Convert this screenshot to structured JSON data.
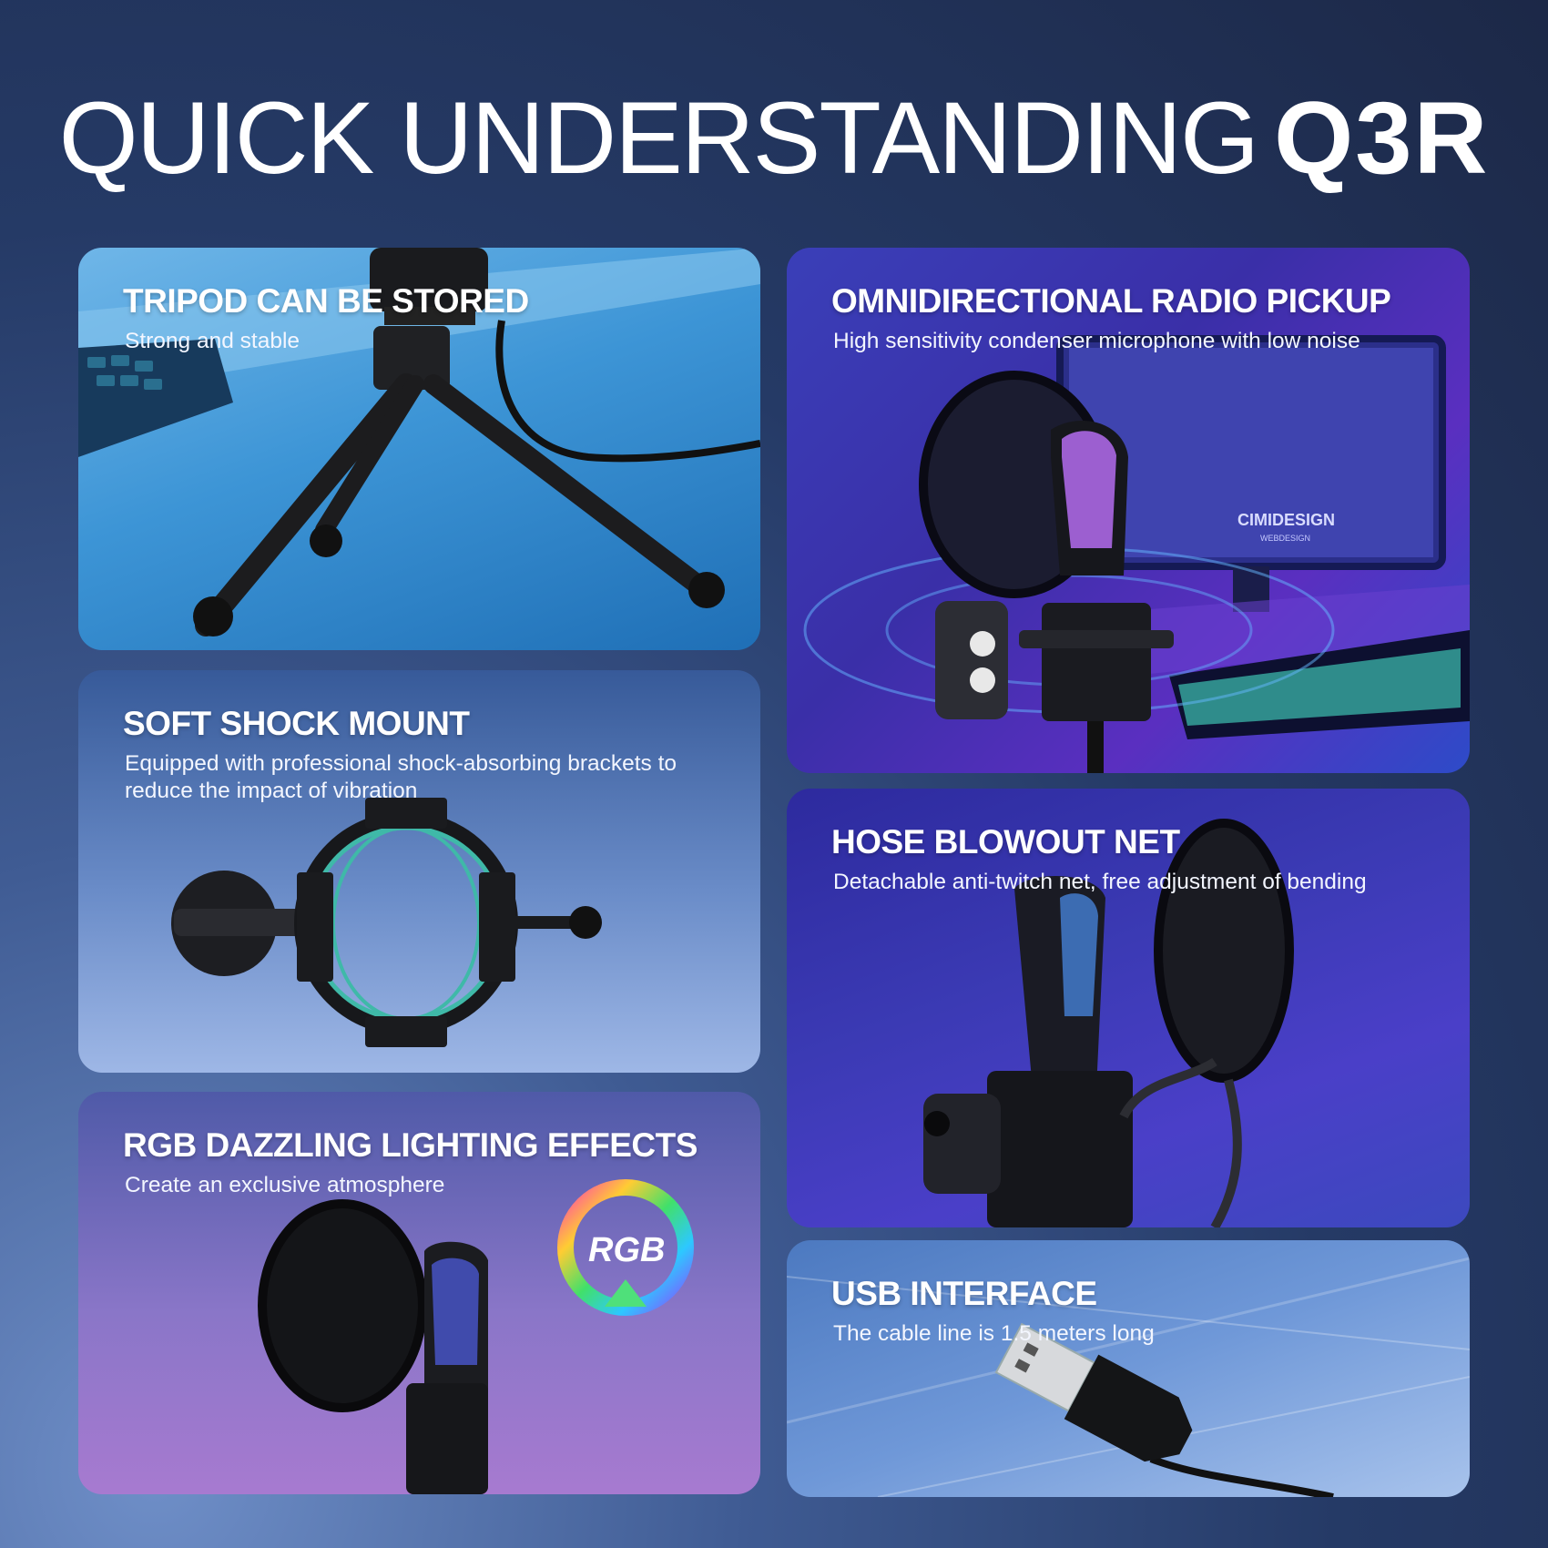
{
  "title": {
    "light": "QUICK UNDERSTANDING",
    "bold": "Q3R"
  },
  "cards": {
    "tripod": {
      "heading": "TRIPOD CAN BE STORED",
      "sub": "Strong and stable"
    },
    "omni": {
      "heading": "OMNIDIRECTIONAL RADIO PICKUP",
      "sub": "High sensitivity condenser microphone with low noise",
      "monitor_brand": "CIMIDESIGN",
      "monitor_sub": "WEBDESIGN"
    },
    "shock": {
      "heading": "SOFT SHOCK MOUNT",
      "sub": "Equipped with professional shock-absorbing brackets to reduce the impact of vibration"
    },
    "hose": {
      "heading": "HOSE BLOWOUT NET",
      "sub": "Detachable anti-twitch net, free adjustment of bending"
    },
    "rgb": {
      "heading": "RGB DAZZLING LIGHTING EFFECTS",
      "sub": "Create an exclusive atmosphere",
      "badge": "RGB"
    },
    "usb": {
      "heading": "USB INTERFACE",
      "sub": "The cable line is 1.5 meters long"
    }
  },
  "colors": {
    "mic_black": "#151618",
    "mic_grille_purple": "#b46cf0",
    "shock_ring_teal": "#3fb9a8",
    "keyboard_glow": "#46e0c8"
  },
  "icons": [
    "tripod-microphone-icon",
    "microphone-with-pop-filter-icon",
    "shock-mount-icon",
    "rgb-ring-icon",
    "usb-plug-icon"
  ]
}
